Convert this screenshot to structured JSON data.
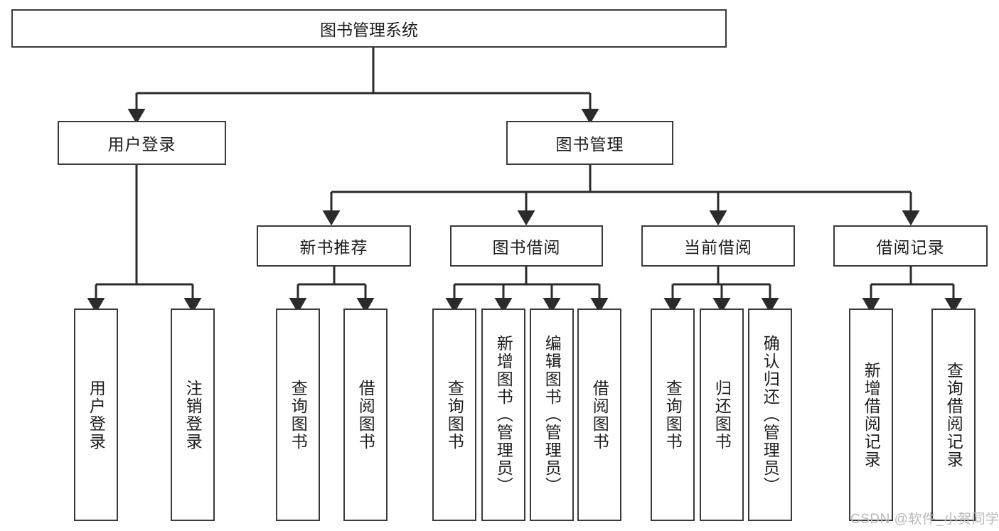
{
  "diagram": {
    "type": "tree-hierarchy-diagram",
    "title": "图书管理系统",
    "watermark": "CSDN @软件_小贺同学",
    "colors": {
      "box_border": "#3a3a3a",
      "box_fill": "#ffffff",
      "connector": "#2b2b2b",
      "text": "#1d1d1d",
      "watermark": "#b9b9b9",
      "background": "#ffffff"
    },
    "levels": {
      "root": {
        "label": "图书管理系统"
      },
      "level2": [
        {
          "label": "用户登录"
        },
        {
          "label": "图书管理"
        }
      ],
      "level3": [
        {
          "label": "新书推荐"
        },
        {
          "label": "图书借阅"
        },
        {
          "label": "当前借阅"
        },
        {
          "label": "借阅记录"
        }
      ],
      "leaves": {
        "user_login": [
          {
            "label": "用户登录"
          },
          {
            "label": "注销登录"
          }
        ],
        "new_book_recommend": [
          {
            "label": "查询图书"
          },
          {
            "label": "借阅图书"
          }
        ],
        "book_borrow": [
          {
            "label": "查询图书"
          },
          {
            "label": "新增图书（管理员）"
          },
          {
            "label": "编辑图书（管理员）"
          },
          {
            "label": "借阅图书"
          }
        ],
        "current_borrow": [
          {
            "label": "查询图书"
          },
          {
            "label": "归还图书"
          },
          {
            "label": "确认归还（管理员）"
          }
        ],
        "borrow_record": [
          {
            "label": "新增借阅记录"
          },
          {
            "label": "查询借阅记录"
          }
        ]
      }
    }
  }
}
